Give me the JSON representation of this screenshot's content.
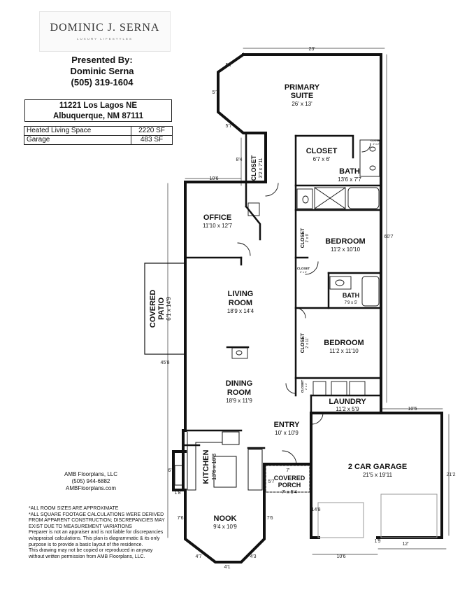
{
  "logo": {
    "text": "DOMINIC  J.  SERNA",
    "sub": "LUXURY   LIFESTYLES"
  },
  "presenter": {
    "heading": "Presented By:",
    "name": "Dominic Serna",
    "phone": "(505) 319-1604"
  },
  "address": {
    "line1": "11221 Los Lagos NE",
    "line2": "Albuquerque, NM 87111"
  },
  "areas": [
    {
      "label": "Heated Living Space",
      "value": "2220 SF"
    },
    {
      "label": "Garage",
      "value": "483 SF"
    }
  ],
  "company": {
    "name": "AMB Floorplans, LLC",
    "phone": "(505) 944-6882",
    "site": "AMBFloorplans.com"
  },
  "notes": [
    "*ALL ROOM SIZES ARE APPROXIMATE",
    "*ALL SQUARE FOOTAGE CALCULATIONS WERE DERIVED FROM APPARENT CONSTRUCTION; DISCREPANCIES MAY EXIST DUE TO MEASUREMENT VARIATIONS",
    "Preparer is not an appraiser and is not liable for discrepancies w/appraisal calculations. This plan is diagrammatic & its only purpose is to provide a basic layout of the residence.",
    "This drawing may not be copied or reproduced in anyway without written permission from AMB Floorplans, LLC."
  ],
  "rooms": {
    "primary": {
      "name1": "PRIMARY",
      "name2": "SUITE",
      "size": "26' x 13'"
    },
    "closet_primary": {
      "name": "CLOSET",
      "size": "6'7 x 6'"
    },
    "bath_primary": {
      "name": "BATH",
      "size": "13'6 x 7'7"
    },
    "closet_hall": {
      "name": "CLOSET",
      "size": "3'2 x 7'11"
    },
    "office": {
      "name": "OFFICE",
      "size": "11'10 x 12'7"
    },
    "bedroom1": {
      "name": "BEDROOM",
      "size": "11'2 x 10'10"
    },
    "closet_b1": {
      "name": "CLOSET",
      "size": "2' x 9'"
    },
    "closet_small1": {
      "name": "CLOSET",
      "size": "2' x 2'"
    },
    "bath2": {
      "name": "BATH",
      "size": "7'9 x 5'"
    },
    "living": {
      "name1": "LIVING",
      "name2": "ROOM",
      "size": "18'9 x 14'4"
    },
    "patio": {
      "name1": "COVERED",
      "name2": "PATIO",
      "size": "6'1 x 14'9"
    },
    "bedroom2": {
      "name": "BEDROOM",
      "size": "11'2 x 11'10"
    },
    "closet_b2": {
      "name": "CLOSET",
      "size": "2' x 11'"
    },
    "closet_small2": {
      "name": "CLOSET",
      "size": "2' x 2'"
    },
    "dining": {
      "name1": "DINING",
      "name2": "ROOM",
      "size": "18'9 x 11'9"
    },
    "laundry": {
      "name": "LAUNDRY",
      "size": "11'2 x 5'9"
    },
    "entry": {
      "name": "ENTRY",
      "size": "10' x 10'9"
    },
    "kitchen": {
      "name": "KITCHEN",
      "size": "13'6 x 10'8"
    },
    "porch": {
      "name1": "COVERED",
      "name2": "PORCH",
      "size": "7' x 5'4"
    },
    "garage": {
      "name": "2 CAR GARAGE",
      "size": "21'5 x 19'11"
    },
    "nook": {
      "name": "NOOK",
      "size": "9'4 x 10'9"
    },
    "closet_primary_bath": {
      "name": "CLOSET",
      "size": "2' x 2'"
    }
  },
  "dimensions": {
    "top": "23'",
    "bay1": "5'7",
    "bay2": "5'7",
    "bay3": "5'7",
    "hall": "8'4",
    "office_top": "10'6",
    "right": "60'7",
    "left": "45'8",
    "garage_top": "10'5",
    "garage_right": "21'2",
    "garage_bottom_left": "10'6",
    "garage_bottom_right": "12'",
    "garage_left": "14'8",
    "kitchen_left": "6'",
    "kitchen_low": "1'8",
    "nook_left": "7'6",
    "nook_right": "7'6",
    "nook_bl": "4'7",
    "nook_br": "4'3",
    "nook_bottom": "4'1",
    "porch_top": "7'",
    "porch_left": "5'7",
    "garage_small": "1'9"
  }
}
